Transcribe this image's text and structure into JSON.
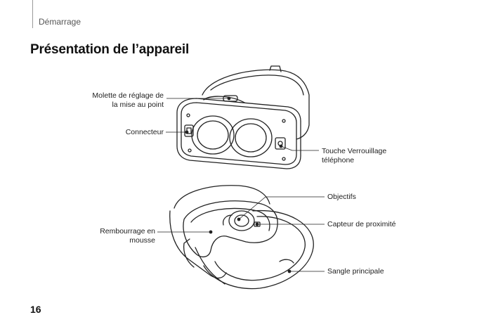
{
  "header": {
    "section": "Démarrage"
  },
  "page_title": "Présentation de l’appareil",
  "page_number": "16",
  "figure_top": {
    "labels": {
      "focus_wheel": [
        "Molette de réglage de",
        "la mise au point"
      ],
      "connector": "Connecteur",
      "lock_key": [
        "Touche Verrouillage",
        "téléphone"
      ]
    }
  },
  "figure_bottom": {
    "labels": {
      "lenses": "Objectifs",
      "proximity_sensor": "Capteur de proximité",
      "foam": [
        "Rembourrage en",
        "mousse"
      ],
      "strap": "Sangle principale"
    }
  }
}
